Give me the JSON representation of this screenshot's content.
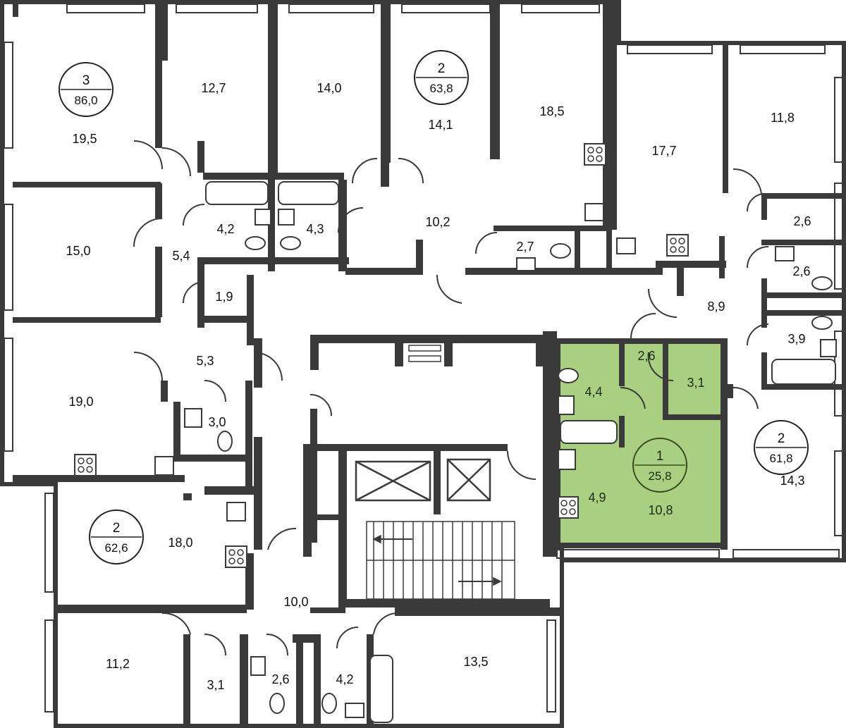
{
  "plan": {
    "highlight_color": "#a8d080",
    "wall_color": "#3a3a3a",
    "apartments": [
      {
        "id": "apt-nw",
        "rooms": "3",
        "area": "86,0"
      },
      {
        "id": "apt-n",
        "rooms": "2",
        "area": "63,8"
      },
      {
        "id": "apt-e",
        "rooms": "2",
        "area": "61,8"
      },
      {
        "id": "apt-sw",
        "rooms": "2",
        "area": "62,6"
      },
      {
        "id": "apt-selected",
        "rooms": "1",
        "area": "25,8",
        "selected": true
      }
    ],
    "rooms": {
      "r195": "19,5",
      "r127": "12,7",
      "r140": "14,0",
      "r141": "14,1",
      "r185": "18,5",
      "r177": "17,7",
      "r118": "11,8",
      "r150": "15,0",
      "r42a": "4,2",
      "r43": "4,3",
      "r102": "10,2",
      "r27": "2,7",
      "r26a": "2,6",
      "r54": "5,4",
      "r19": "1,9",
      "r26b": "2,6",
      "r89": "8,9",
      "r53": "5,3",
      "r190": "19,0",
      "r30": "3,0",
      "r39": "3,9",
      "r26c": "2,6",
      "r31a": "3,1",
      "r44": "4,4",
      "r49": "4,9",
      "r108": "10,8",
      "r143": "14,3",
      "r180": "18,0",
      "r100": "10,0",
      "r112": "11,2",
      "r31b": "3,1",
      "r26d": "2,6",
      "r42b": "4,2",
      "r135": "13,5"
    }
  }
}
